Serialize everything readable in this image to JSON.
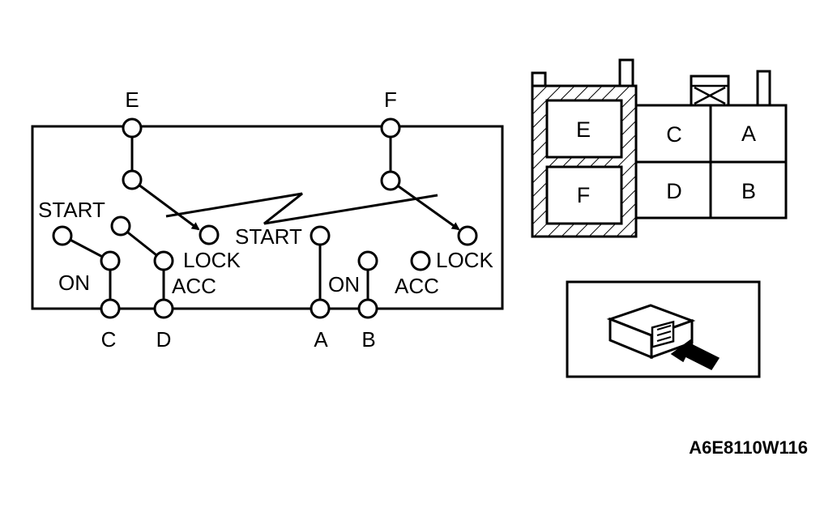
{
  "schematic": {
    "top_terminals": [
      "E",
      "F"
    ],
    "bottom_terminals": [
      "C",
      "D",
      "A",
      "B"
    ],
    "left_switch": {
      "positions": [
        "START",
        "ON",
        "ACC",
        "LOCK"
      ]
    },
    "right_switch": {
      "positions": [
        "START",
        "ON",
        "ACC",
        "LOCK"
      ]
    }
  },
  "connector_face": {
    "cavities": [
      "E",
      "F",
      "C",
      "A",
      "D",
      "B"
    ]
  },
  "figure_code": "A6E8110W116",
  "colors": {
    "line": "#000000",
    "background": "#ffffff"
  }
}
